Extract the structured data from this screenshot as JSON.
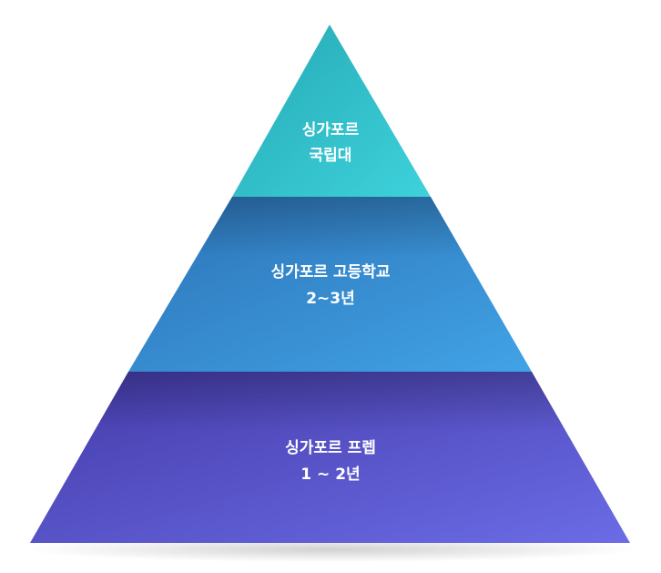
{
  "pyramid": {
    "tiers": [
      {
        "line1": "싱가포르",
        "line2": "국립대",
        "color_top": "#2bb8bf",
        "color_bottom": "#37c9d4"
      },
      {
        "line1": "싱가포르 고등학교",
        "line2": "2~3년",
        "color_top": "#2f7fc0",
        "color_bottom": "#3c9ce0"
      },
      {
        "line1": "싱가포르 프렙",
        "line2": "1 ~ 2년",
        "color_top": "#4b3fb0",
        "color_bottom": "#6567e0"
      }
    ]
  }
}
